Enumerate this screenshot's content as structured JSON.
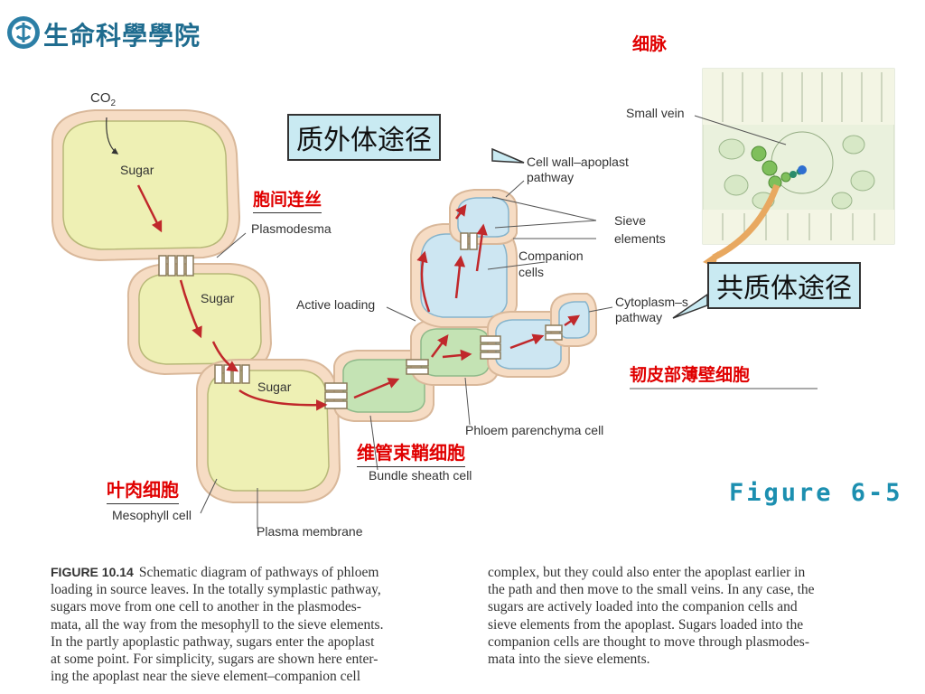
{
  "logo": {
    "text": "生命科學學院",
    "icon": "school-emblem-icon"
  },
  "annotations_cn": {
    "vein": "细脉",
    "plasmodesma": "胞间连丝",
    "phloem_parenchyma": "韧皮部薄壁细胞",
    "bundle_sheath": "维管束鞘细胞",
    "mesophyll": "叶肉细胞"
  },
  "callouts": {
    "apoplast": "质外体途径",
    "symplast": "共质体途径"
  },
  "labels": {
    "co2": "CO",
    "co2_sub": "2",
    "sugar_1": "Sugar",
    "sugar_2": "Sugar",
    "sugar_3": "Sugar",
    "plasmodesma": "Plasmodesma",
    "active_loading": "Active loading",
    "cell_wall_1": "Cell wall–apoplast",
    "cell_wall_2": "pathway",
    "sieve_1": "Sieve",
    "sieve_2": "elements",
    "companion_1": "Companion",
    "companion_2": "cells",
    "cytoplasm_1": "Cytoplasm–s",
    "cytoplasm_2": "pathway",
    "phloem_parenchyma": "Phloem parenchyma cell",
    "bundle_sheath": "Bundle sheath cell",
    "mesophyll": "Mesophyll cell",
    "plasma_membrane": "Plasma membrane",
    "small_vein": "Small vein"
  },
  "figure_number": "Figure 6-5",
  "caption": {
    "label": "FIGURE 10.14",
    "col1": [
      "Schematic diagram of pathways of phloem",
      "loading in source leaves. In the totally symplastic pathway,",
      "sugars move from one cell to another in the plasmodes-",
      "mata, all the way from the mesophyll to the sieve elements.",
      "In the partly apoplastic pathway, sugars enter the apoplast",
      "at some point. For simplicity, sugars are shown here enter-",
      "ing the apoplast near the sieve element–companion cell"
    ],
    "col2": [
      "complex, but they could also enter the apoplast earlier in",
      "the path and then move to the small veins. In any case, the",
      "sugars are actively loaded into the companion cells and",
      "sieve elements from the apoplast. Sugars loaded into the",
      "companion cells are thought to move through plasmodes-",
      "mata into the sieve elements."
    ]
  },
  "colors": {
    "cell_yellow": "#eef0b4",
    "cell_green": "#c4e3b4",
    "cell_blue": "#cde6f2",
    "cell_wall": "#f6dcc4",
    "arrow_red": "#c0282b",
    "annotation_red": "#e00000",
    "callout_fill": "#c9eaf2",
    "figure_blue": "#1c8fb0"
  }
}
